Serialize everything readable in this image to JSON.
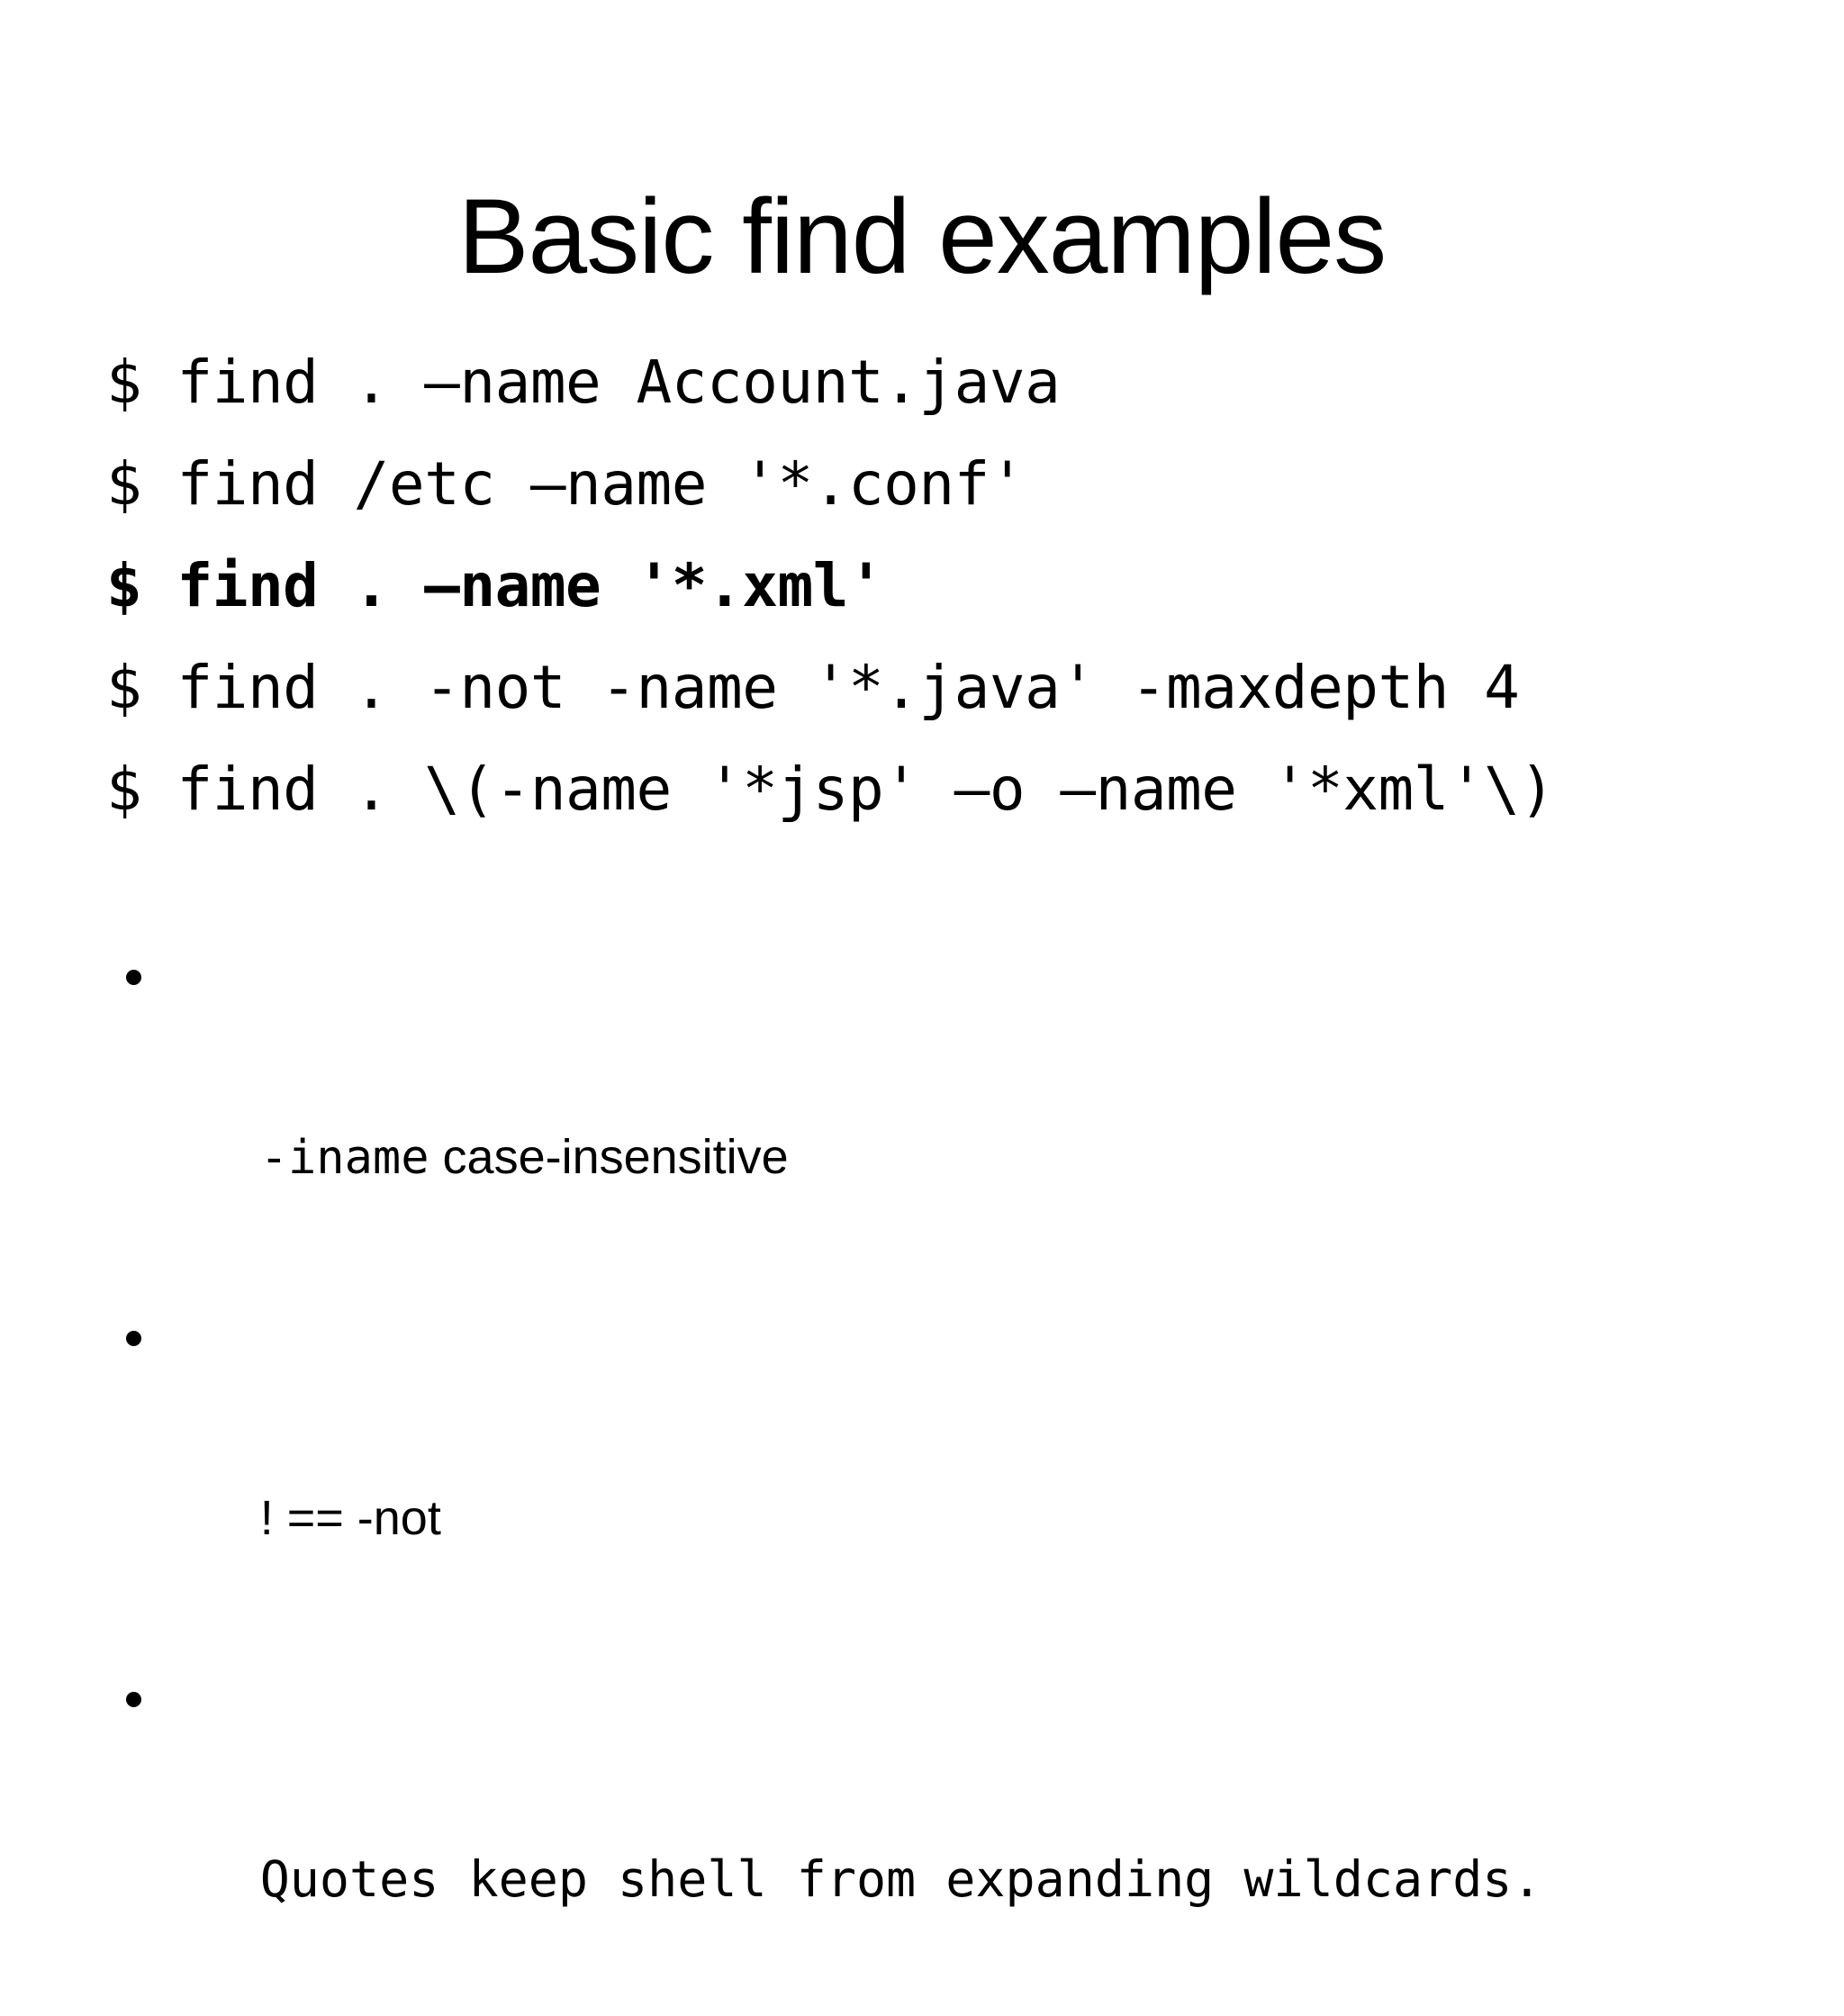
{
  "slide": {
    "title": "Basic find examples",
    "background_color": "#ffffff",
    "text_color": "#000000",
    "commands": [
      {
        "text": "$ find . –name Account.java",
        "bold": false
      },
      {
        "text": "$ find /etc –name '*.conf'",
        "bold": false
      },
      {
        "text": "$ find . –name '*.xml'",
        "bold": true
      },
      {
        "text": "$ find . -not -name '*.java' -maxdepth 4",
        "bold": false
      },
      {
        "text": "$ find . \\(-name '*jsp' –o –name '*xml'\\)",
        "bold": false
      }
    ],
    "bullets": [
      {
        "segments": [
          {
            "text": "-iname",
            "style": "mono"
          },
          {
            "text": " case-insensitive",
            "style": "sans"
          }
        ]
      },
      {
        "segments": [
          {
            "text": "! == -not",
            "style": "sans"
          }
        ]
      },
      {
        "segments": [
          {
            "text": "Quotes keep shell from expanding wildcards.",
            "style": "mono"
          }
        ]
      }
    ]
  }
}
